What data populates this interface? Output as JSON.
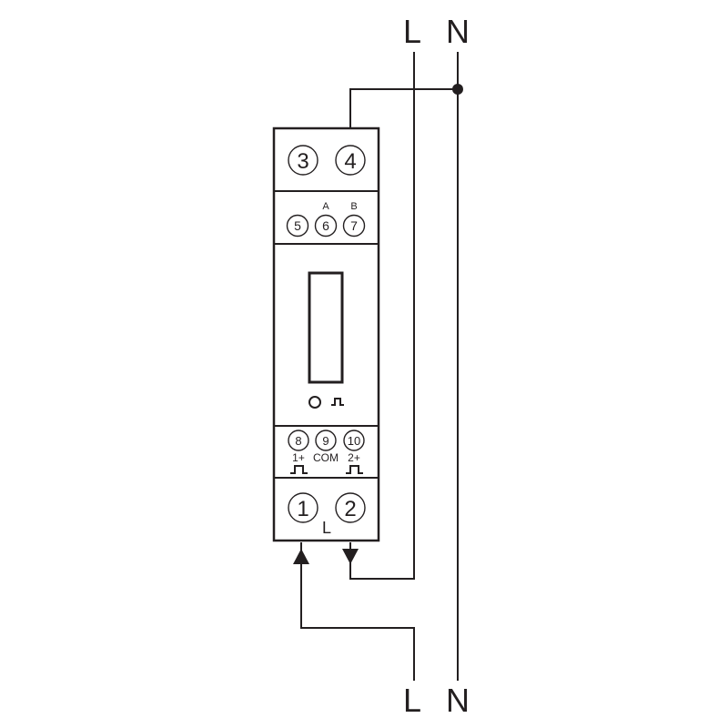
{
  "supply_top": {
    "line": "L",
    "neutral": "N"
  },
  "supply_bottom": {
    "line": "L",
    "neutral": "N"
  },
  "terminals": {
    "t1": "1",
    "t2": "2",
    "t3": "3",
    "t4": "4",
    "t5": "5",
    "t6": "6",
    "t7": "7",
    "t8": "8",
    "t9": "9",
    "t10": "10"
  },
  "rs485_labels": {
    "a": "A",
    "b": "B"
  },
  "pulse_labels": {
    "out1": "1+",
    "com": "COM",
    "out2": "2+"
  },
  "main_terminal_label": "L",
  "colors": {
    "line": "#231f20",
    "background": "#ffffff"
  }
}
